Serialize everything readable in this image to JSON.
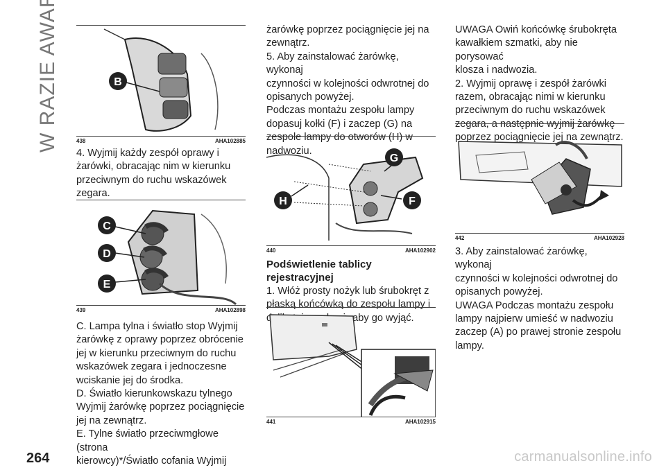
{
  "section_title": "W RAZIE AWARII",
  "page_number": "264",
  "watermark": "carmanualsonline.info",
  "figures": {
    "f438": {
      "num": "438",
      "code": "AHA102885",
      "labels": [
        "B"
      ]
    },
    "f439": {
      "num": "439",
      "code": "AHA102898",
      "labels": [
        "C",
        "D",
        "E"
      ]
    },
    "f440": {
      "num": "440",
      "code": "AHA102902",
      "labels": [
        "G",
        "H",
        "F"
      ]
    },
    "f441": {
      "num": "441",
      "code": "AHA102915"
    },
    "f442": {
      "num": "442",
      "code": "AHA102928"
    }
  },
  "col1": {
    "text1": [
      "4. Wyjmij każdy zespół oprawy i",
      "żarówki, obracając nim w kierunku",
      "przeciwnym do ruchu wskazówek",
      "zegara."
    ],
    "text2": [
      "C. Lampa tylna i światło stop Wyjmij",
      "żarówkę z oprawy poprzez obrócenie",
      "jej w kierunku przeciwnym do ruchu",
      "wskazówek zegara i jednoczesne",
      "wciskanie jej do środka.",
      "D. Światło kierunkowskazu tylnego",
      "Wyjmij żarówkę poprzez pociągnięcie",
      "jej na zewnątrz.",
      "E. Tylne światło przeciwmgłowe (strona",
      "kierowcy)*/Światło cofania Wyjmij"
    ]
  },
  "col2": {
    "text1": [
      "żarówkę poprzez pociągnięcie jej na",
      "zewnątrz.",
      "5. Aby zainstalować żarówkę, wykonaj",
      "czynności w kolejności odwrotnej do",
      "opisanych powyżej.",
      "Podczas montażu zespołu lampy",
      "dopasuj kołki (F) i zaczep (G) na",
      "zespole lampy do otworów (H) w",
      "nadwoziu."
    ],
    "heading": "Podświetlenie tablicy rejestracyjnej",
    "text2": [
      "1. Włóż prosty nożyk lub śrubokręt z",
      "płaską końcówką do zespołu lampy i",
      "delikatnie podważ, aby go wyjąć."
    ]
  },
  "col3": {
    "text1": [
      "UWAGA Owiń końcówkę śrubokręta",
      "kawałkiem szmatki, aby nie porysować",
      "klosza i nadwozia.",
      "2. Wyjmij oprawę i zespół żarówki",
      "razem, obracając nimi w kierunku",
      "przeciwnym do ruchu wskazówek",
      "zegara, a następnie wyjmij żarówkę",
      "poprzez pociągnięcie jej na zewnątrz."
    ],
    "text2": [
      "3. Aby zainstalować żarówkę, wykonaj",
      "czynności w kolejności odwrotnej do",
      "opisanych powyżej.",
      "UWAGA Podczas montażu zespołu",
      "lampy najpierw umieść w nadwoziu",
      "zaczep (A) po prawej stronie zespołu",
      "lampy."
    ]
  }
}
